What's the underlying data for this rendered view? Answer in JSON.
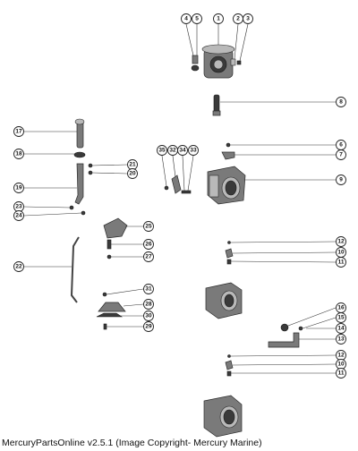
{
  "footer": {
    "credit": "MercuryPartsOnline v2.5.1 (Image Copyright- Mercury Marine)"
  },
  "callouts": [
    {
      "id": "c-4",
      "label": "4"
    },
    {
      "id": "c-5",
      "label": "5"
    },
    {
      "id": "c-1",
      "label": "1"
    },
    {
      "id": "c-2",
      "label": "2"
    },
    {
      "id": "c-3",
      "label": "3"
    },
    {
      "id": "c-8",
      "label": "8"
    },
    {
      "id": "c-17",
      "label": "17"
    },
    {
      "id": "c-18",
      "label": "18"
    },
    {
      "id": "c-35",
      "label": "35"
    },
    {
      "id": "c-32",
      "label": "32"
    },
    {
      "id": "c-34",
      "label": "34"
    },
    {
      "id": "c-33",
      "label": "33"
    },
    {
      "id": "c-6",
      "label": "6"
    },
    {
      "id": "c-7",
      "label": "7"
    },
    {
      "id": "c-21",
      "label": "21"
    },
    {
      "id": "c-20",
      "label": "20"
    },
    {
      "id": "c-9",
      "label": "9"
    },
    {
      "id": "c-19",
      "label": "19"
    },
    {
      "id": "c-23",
      "label": "23"
    },
    {
      "id": "c-24",
      "label": "24"
    },
    {
      "id": "c-25",
      "label": "25"
    },
    {
      "id": "c-26",
      "label": "26"
    },
    {
      "id": "c-27",
      "label": "27"
    },
    {
      "id": "c-22",
      "label": "22"
    },
    {
      "id": "c-12a",
      "label": "12"
    },
    {
      "id": "c-10a",
      "label": "10"
    },
    {
      "id": "c-11a",
      "label": "11"
    },
    {
      "id": "c-31",
      "label": "31"
    },
    {
      "id": "c-28",
      "label": "28"
    },
    {
      "id": "c-30",
      "label": "30"
    },
    {
      "id": "c-29",
      "label": "29"
    },
    {
      "id": "c-16",
      "label": "16"
    },
    {
      "id": "c-15",
      "label": "15"
    },
    {
      "id": "c-14",
      "label": "14"
    },
    {
      "id": "c-13",
      "label": "13"
    },
    {
      "id": "c-12b",
      "label": "12"
    },
    {
      "id": "c-10b",
      "label": "10"
    },
    {
      "id": "c-11b",
      "label": "11"
    }
  ]
}
